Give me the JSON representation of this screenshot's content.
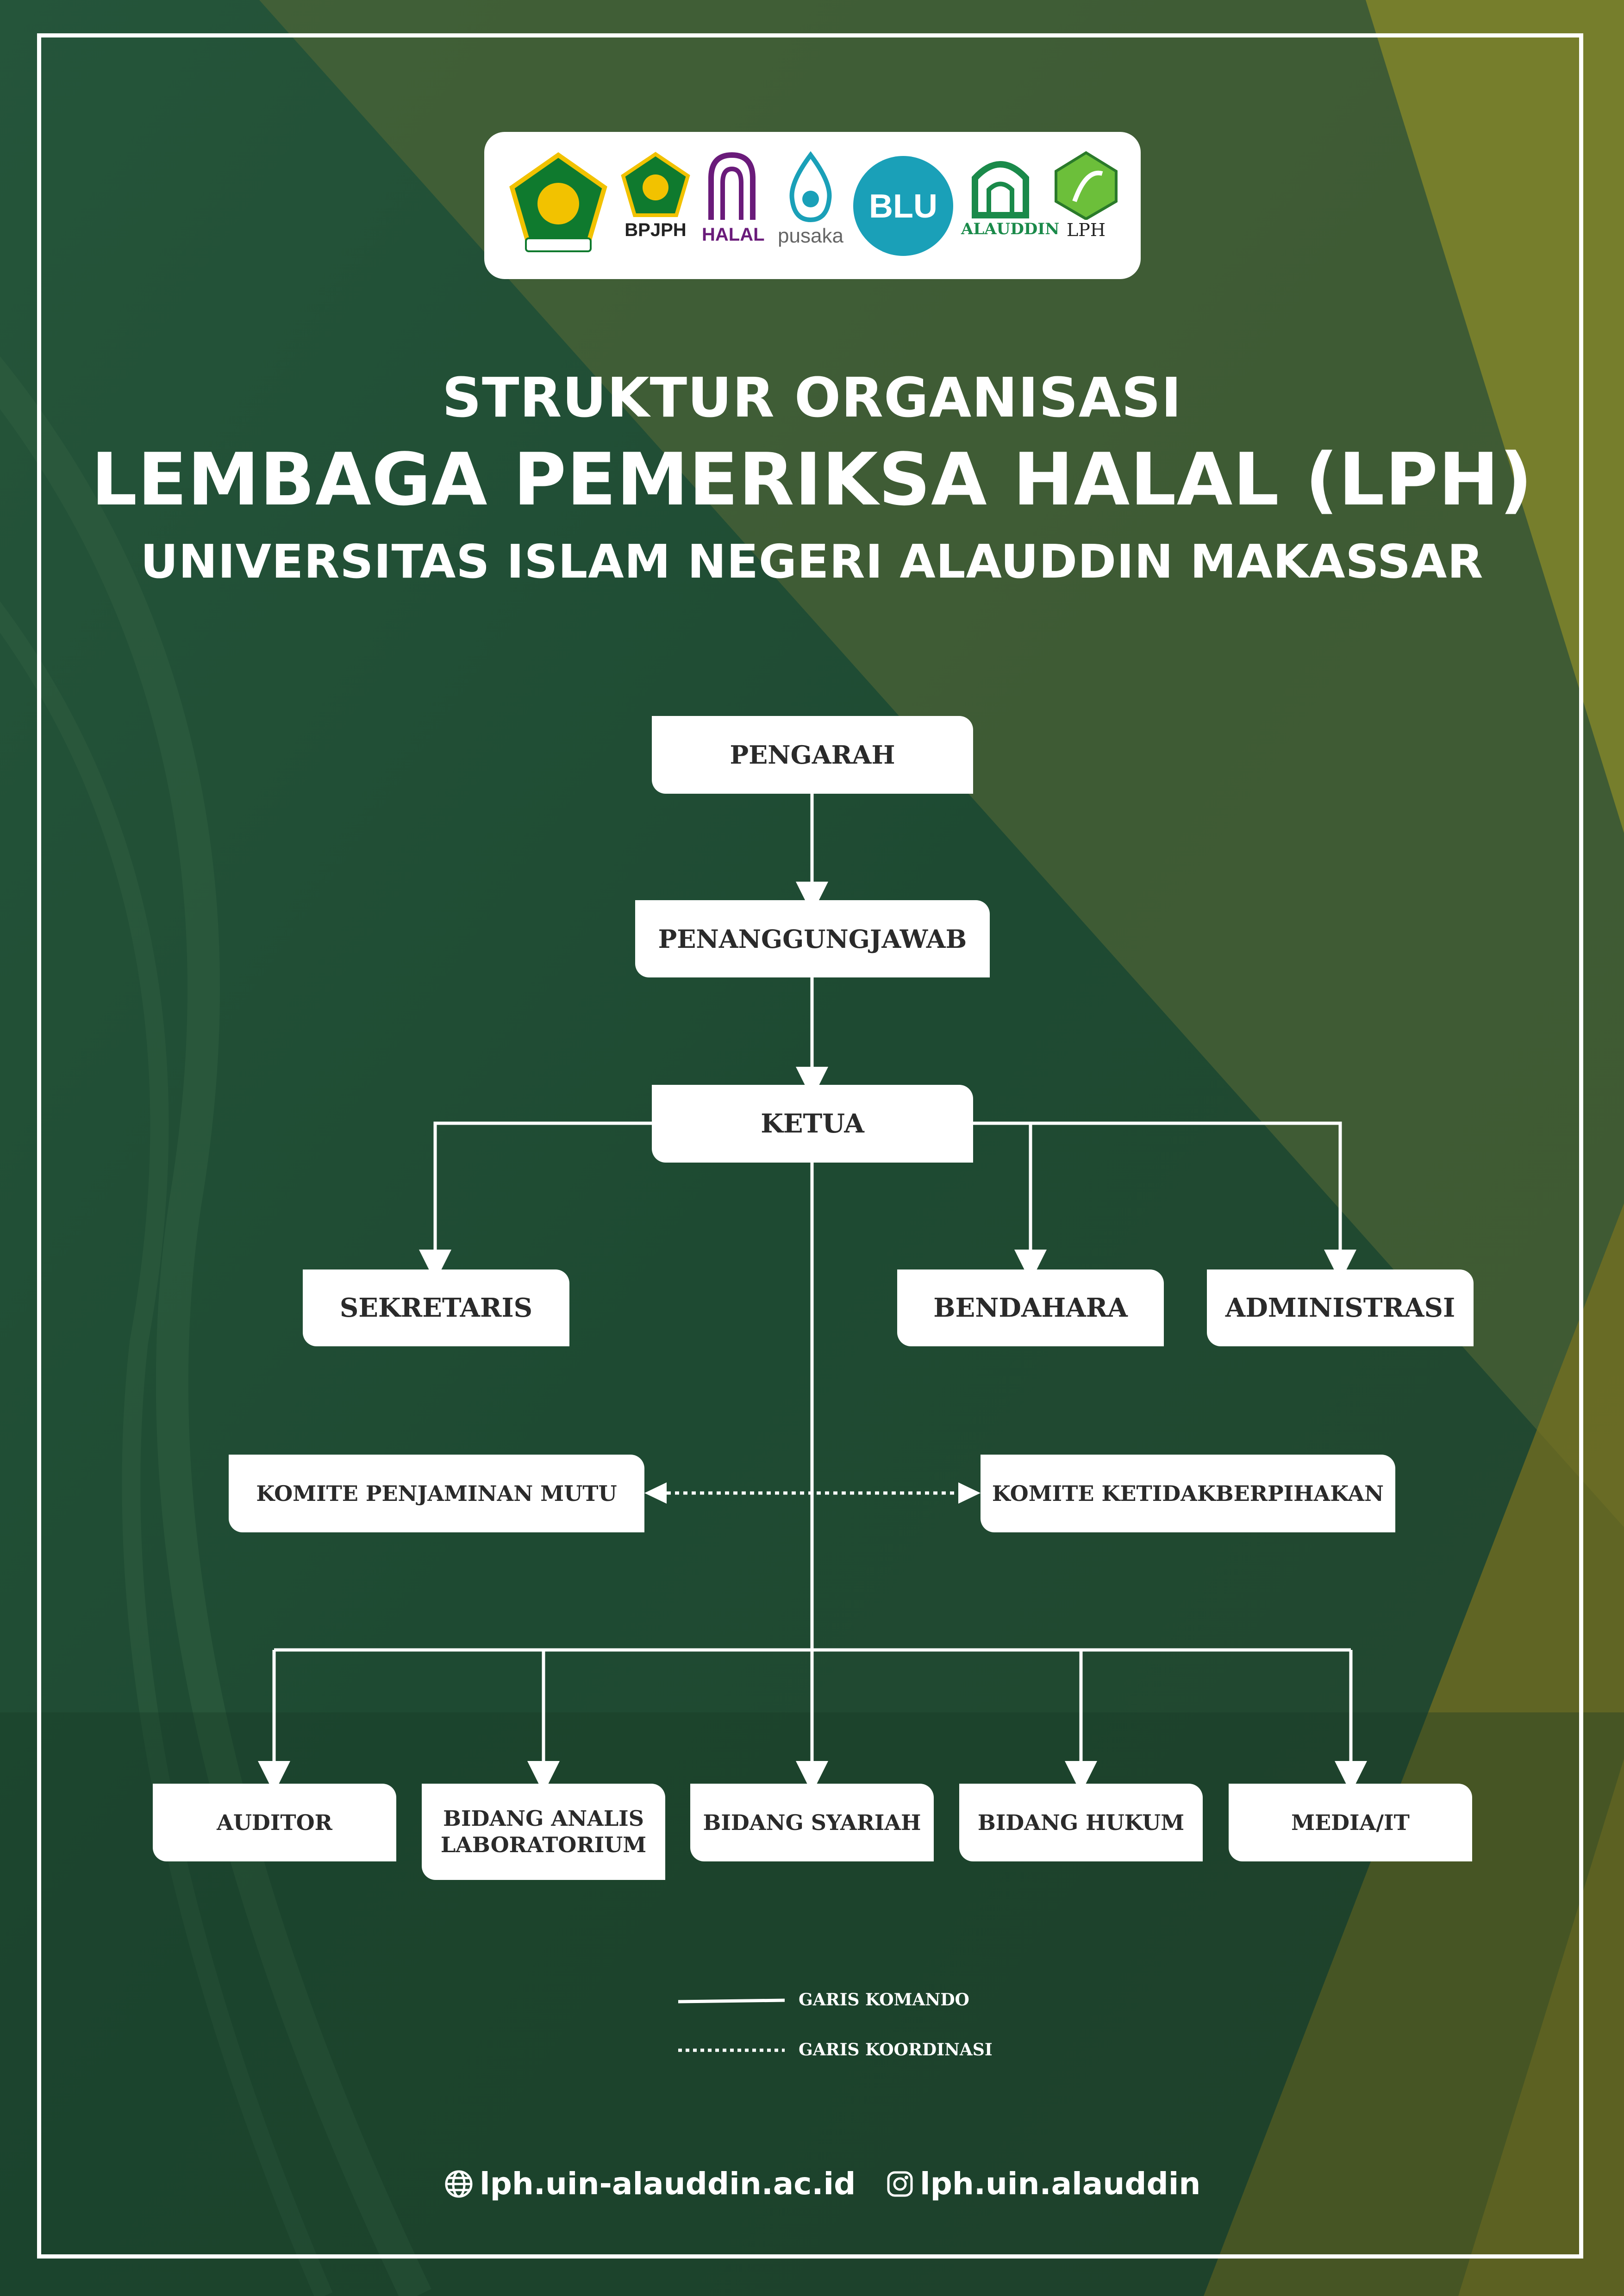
{
  "logos": [
    {
      "icon": "kemenag-emblem-icon",
      "caption": ""
    },
    {
      "icon": "bpjph-emblem-icon",
      "caption": "BPJPH"
    },
    {
      "icon": "halal-indonesia-icon",
      "caption": "HALAL"
    },
    {
      "icon": "pusaka-icon",
      "caption": "pusaka"
    },
    {
      "icon": "blu-speed-icon",
      "caption": "BLU"
    },
    {
      "icon": "alauddin-logo-icon",
      "caption": "ALAUDDIN"
    },
    {
      "icon": "lph-logo-icon",
      "caption": "LPH"
    }
  ],
  "title": {
    "line1": "STRUKTUR ORGANISASI",
    "line2": "LEMBAGA PEMERIKSA HALAL (LPH)",
    "line3": "UNIVERSITAS ISLAM NEGERI ALAUDDIN MAKASSAR"
  },
  "nodes": {
    "pengarah": "PENGARAH",
    "penanggungjawab": "PENANGGUNGJAWAB",
    "ketua": "KETUA",
    "sekretaris": "SEKRETARIS",
    "bendahara": "BENDAHARA",
    "administrasi": "ADMINISTRASI",
    "komite_mutu": "KOMITE PENJAMINAN MUTU",
    "komite_ketidakberpihakan": "KOMITE KETIDAKBERPIHAKAN",
    "auditor": "AUDITOR",
    "bidang_analis_1": "BIDANG ANALIS",
    "bidang_analis_2": "LABORATORIUM",
    "bidang_syariah": "BIDANG SYARIAH",
    "bidang_hukum": "BIDANG HUKUM",
    "media_it": "MEDIA/IT"
  },
  "legend": {
    "command": "GARIS KOMANDO",
    "coordination": "GARIS KOORDINASI"
  },
  "footer": {
    "website": "lph.uin-alauddin.ac.id",
    "instagram": "lph.uin.alauddin",
    "website_icon": "globe-icon",
    "instagram_icon": "instagram-icon"
  },
  "colors": {
    "background_green": "#1f4a30",
    "accent_gold": "#8a8a2a",
    "line": "#ffffff",
    "box": "#ffffff",
    "box_text": "#2a2a2a"
  }
}
